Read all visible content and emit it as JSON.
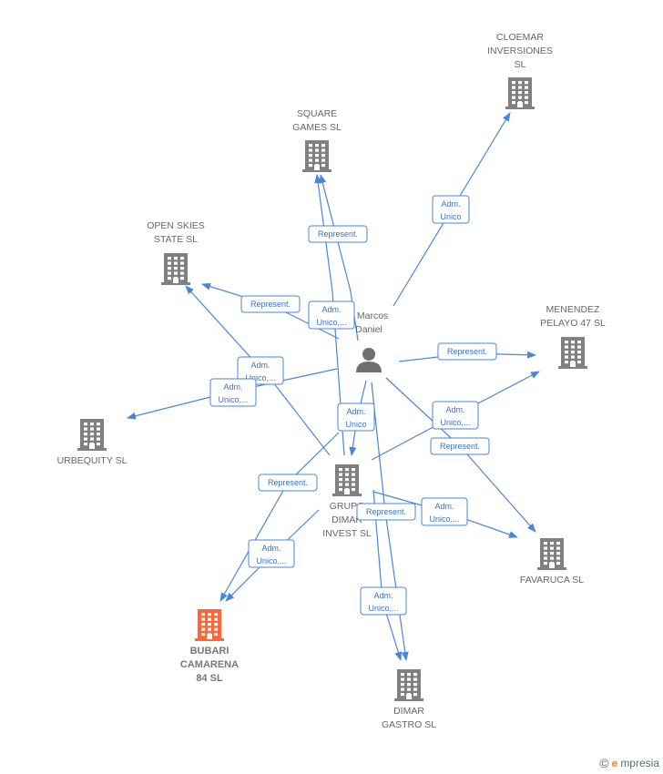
{
  "colors": {
    "edge": "#4a86d8",
    "company": "#808080",
    "focus_company": "#ff6633",
    "person": "#6f6f6f"
  },
  "nodes": [
    {
      "id": "cloemar",
      "type": "company",
      "lines": [
        "CLOEMAR",
        "INVERSIONES",
        "SL"
      ]
    },
    {
      "id": "square",
      "type": "company",
      "lines": [
        "SQUARE",
        "GAMES  SL"
      ]
    },
    {
      "id": "openskies",
      "type": "company",
      "lines": [
        "OPEN SKIES",
        "STATE  SL"
      ]
    },
    {
      "id": "menendez",
      "type": "company",
      "lines": [
        "MENENDEZ",
        "PELAYO 47  SL"
      ]
    },
    {
      "id": "urbequity",
      "type": "company",
      "lines": [
        "URBEQUITY  SL"
      ]
    },
    {
      "id": "person",
      "type": "person",
      "lines": [
        "z Marcos",
        "Daniel"
      ]
    },
    {
      "id": "grupo",
      "type": "company",
      "lines": [
        "GRUPO",
        "DIMAR",
        "INVEST  SL"
      ]
    },
    {
      "id": "favaruca",
      "type": "company",
      "lines": [
        "FAVARUCA  SL"
      ]
    },
    {
      "id": "bubari",
      "type": "focus",
      "lines": [
        "BUBARI",
        "CAMARENA",
        "84  SL"
      ]
    },
    {
      "id": "dimargastro",
      "type": "company",
      "lines": [
        "DIMAR",
        "GASTRO  SL"
      ]
    }
  ],
  "edges": [
    {
      "id": "e-cloemar",
      "lines": [
        "Adm.",
        "Unico"
      ]
    },
    {
      "id": "e-square-rep",
      "lines": [
        "Represent."
      ]
    },
    {
      "id": "e-square-adm",
      "lines": [
        "Adm.",
        "Unico,..."
      ]
    },
    {
      "id": "e-openskies-rep",
      "lines": [
        "Represent."
      ]
    },
    {
      "id": "e-openskies-adm",
      "lines": [
        "Adm.",
        "Unico,..."
      ]
    },
    {
      "id": "e-urbequity",
      "lines": [
        "Adm.",
        "Unico,..."
      ]
    },
    {
      "id": "e-menendez-rep",
      "lines": [
        "Represent."
      ]
    },
    {
      "id": "e-menendez-adm",
      "lines": [
        "Adm.",
        "Unico,..."
      ]
    },
    {
      "id": "e-favaruca-rep",
      "lines": [
        "Represent."
      ]
    },
    {
      "id": "e-grupo",
      "lines": [
        "Adm.",
        "Unico"
      ]
    },
    {
      "id": "e-bubari-rep",
      "lines": [
        "Represent."
      ]
    },
    {
      "id": "e-bubari-adm",
      "lines": [
        "Adm.",
        "Unico,..."
      ]
    },
    {
      "id": "e-dimar-rep",
      "lines": [
        "Represent."
      ]
    },
    {
      "id": "e-dimar-adm",
      "lines": [
        "Adm.",
        "Unico,..."
      ]
    },
    {
      "id": "e-favaruca-adm",
      "lines": [
        "Adm.",
        "Unico,..."
      ]
    }
  ],
  "footer": {
    "copyright": "©",
    "brand_initial": "e",
    "brand_rest": "mpresia"
  }
}
